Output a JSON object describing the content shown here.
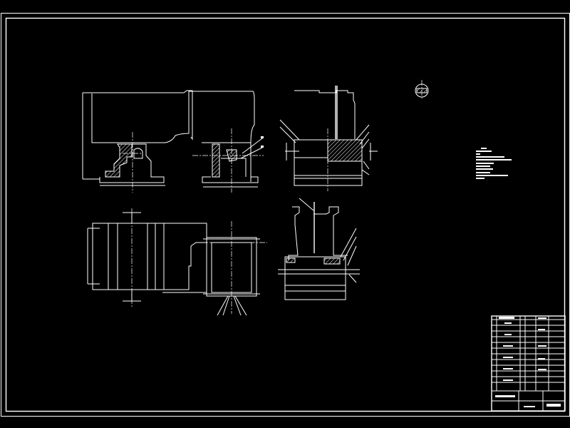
{
  "drawing": {
    "background_color": "#000000",
    "line_color": "#ffffff",
    "views": [
      "front-view",
      "side-view",
      "section-view",
      "plan-view",
      "lower-section-view"
    ],
    "notes_block_legible": false,
    "title_block_legible": false
  }
}
